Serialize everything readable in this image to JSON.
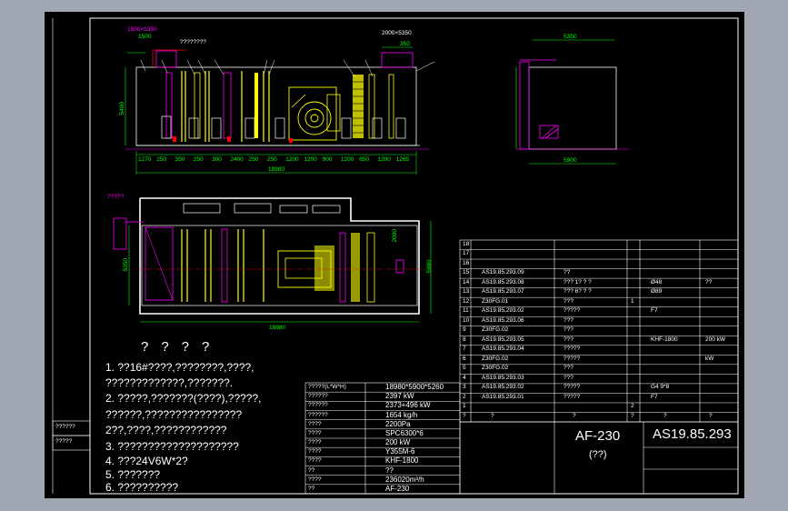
{
  "drawing": {
    "code": "AS19.85.293",
    "model": "AF-230",
    "model_sub": "(??)"
  },
  "left_strip": {
    "label1": "??????",
    "label2": "?????"
  },
  "top_view": {
    "dim_left": "1500×5350",
    "dim_left2": "1500",
    "dim_right": "2000×5350",
    "dim_right2": "350",
    "dim_top_label": "????????",
    "dim_height": "5400",
    "dim_total": "18980",
    "segment_dims": [
      "1270",
      "250",
      "350",
      "250",
      "300",
      "2400",
      "250",
      "250",
      "1200",
      "1200",
      "900",
      "1200",
      "650",
      "1200",
      "1265"
    ]
  },
  "plan_view": {
    "dim_total": "18980",
    "dim_height": "5350",
    "dim_right": "5900",
    "dim_right2": "2000",
    "label_left": "?????"
  },
  "side_view": {
    "dim_top": "5350",
    "dim_bottom": "5900"
  },
  "notes": {
    "title": "????",
    "items": [
      "1.  ??16#????,????????,????,",
      "     ?????????????,???????.",
      "2.  ?????,???????(????),?????,",
      "     ??????,????????????????",
      "     2??,????,????????????",
      "3.  ????????????????????",
      "4.  ???24V6W*2?",
      "5.  ???????",
      "6.  ??????????"
    ]
  },
  "spec_table": {
    "rows": [
      [
        "?????(L*W*H)",
        "18980*5900*5260"
      ],
      [
        "??????",
        "2397  kW"
      ],
      [
        "??????",
        "2373+496  kW"
      ],
      [
        "??????",
        "1654  kg/h"
      ],
      [
        "????",
        "2200Pa"
      ],
      [
        "????",
        "SPC6300*6"
      ],
      [
        "????",
        "200  kW"
      ],
      [
        "????",
        "Y355M-6"
      ],
      [
        "????",
        "KHF-1800"
      ],
      [
        "??",
        "??"
      ],
      [
        "????",
        "236020m³/h"
      ],
      [
        "??",
        "AF-230"
      ]
    ]
  },
  "parts_table": {
    "rows": [
      {
        "no": "18",
        "code": "",
        "name": "",
        "qty": "",
        "spec": "",
        "note": ""
      },
      {
        "no": "17",
        "code": "",
        "name": "",
        "qty": "",
        "spec": "",
        "note": ""
      },
      {
        "no": "16",
        "code": "",
        "name": "",
        "qty": "",
        "spec": "",
        "note": ""
      },
      {
        "no": "15",
        "code": "AS19.85.293.09",
        "name": "??",
        "qty": "",
        "spec": "",
        "note": ""
      },
      {
        "no": "14",
        "code": "AS19.85.293.08",
        "name": "???  1?  ?  ?",
        "qty": "",
        "spec": "Ø48",
        "note": "??"
      },
      {
        "no": "13",
        "code": "AS19.85.293.07",
        "name": "???  6?  ?  ?",
        "qty": "",
        "spec": "Ø89",
        "note": ""
      },
      {
        "no": "12",
        "code": "Z30FG.01",
        "name": "???",
        "qty": "1",
        "spec": "",
        "note": ""
      },
      {
        "no": "11",
        "code": "AS19.85.293.02",
        "name": "?????",
        "qty": "",
        "spec": "F7",
        "note": ""
      },
      {
        "no": "10",
        "code": "AS19.85.293.06",
        "name": "???",
        "qty": "",
        "spec": "",
        "note": ""
      },
      {
        "no": "9",
        "code": "Z30FG.02",
        "name": "???",
        "qty": "",
        "spec": "",
        "note": ""
      },
      {
        "no": "8",
        "code": "AS19.85.293.05",
        "name": "???",
        "qty": "",
        "spec": "KHF-1800",
        "note": "200 kW"
      },
      {
        "no": "7",
        "code": "AS19.85.293.04",
        "name": "?????",
        "qty": "",
        "spec": "",
        "note": ""
      },
      {
        "no": "6",
        "code": "Z30FG.02",
        "name": "?????",
        "qty": "",
        "spec": "",
        "note": "kW"
      },
      {
        "no": "5",
        "code": "Z30FG.02",
        "name": "???",
        "qty": "",
        "spec": "",
        "note": ""
      },
      {
        "no": "4",
        "code": "AS19.85.293.03",
        "name": "???",
        "qty": "",
        "spec": "",
        "note": ""
      },
      {
        "no": "3",
        "code": "AS19.85.293.02",
        "name": "?????",
        "qty": "",
        "spec": "G4   9*8",
        "note": ""
      },
      {
        "no": "2",
        "code": "AS19.85.293.01",
        "name": "?????",
        "qty": "",
        "spec": "F7",
        "note": ""
      },
      {
        "no": "1",
        "code": "",
        "name": "",
        "qty": "2",
        "spec": "",
        "note": ""
      }
    ],
    "header": [
      "?",
      "?",
      "?",
      "?",
      "?",
      "?"
    ]
  },
  "colors": {
    "background": "#000000",
    "frame": "#9fa6b1",
    "line_white": "#ffffff",
    "yellow": "#ffff00",
    "magenta": "#ff00ff",
    "cyan": "#00ffff",
    "red": "#ff0000",
    "green": "#00ff00",
    "blue": "#3a5dff"
  }
}
